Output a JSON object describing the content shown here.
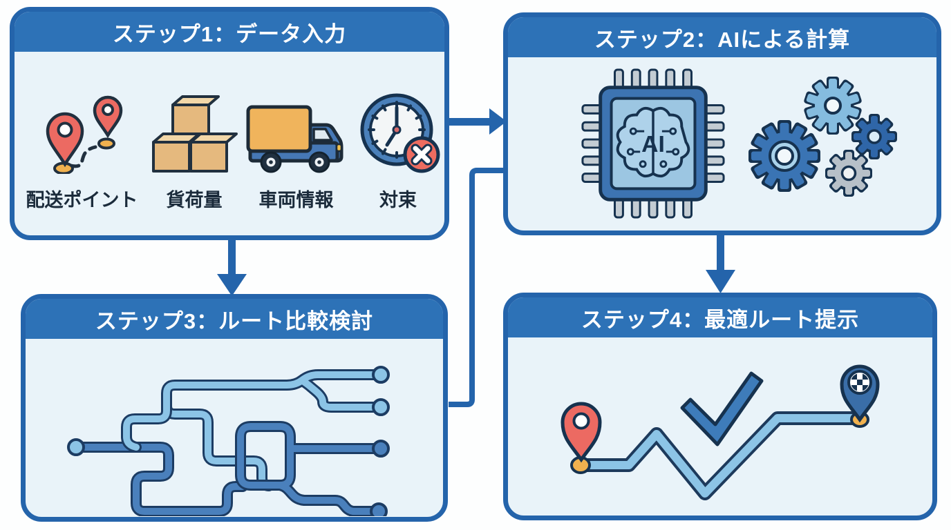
{
  "steps": [
    {
      "title": "ステップ1：データ入力",
      "items": [
        {
          "label": "配送ポイント",
          "icon": "map-pins-route-icon"
        },
        {
          "label": "貨荷量",
          "icon": "cargo-boxes-icon"
        },
        {
          "label": "車両情報",
          "icon": "truck-icon"
        },
        {
          "label": "対束",
          "icon": "clock-constraint-icon"
        }
      ]
    },
    {
      "title": "ステップ2：AIによる計算",
      "chip_label": "AI",
      "icons": [
        "ai-chip-brain-icon",
        "gears-icon"
      ]
    },
    {
      "title": "ステップ3：ルート比較検討",
      "icons": [
        "route-network-icon"
      ]
    },
    {
      "title": "ステップ4：最適ルート提示",
      "icons": [
        "optimal-route-icon"
      ]
    }
  ],
  "colors": {
    "accent_blue": "#2464ab",
    "header_blue": "#2d72b7",
    "panel_bg": "#e9f3f9",
    "outline_navy": "#16324f",
    "pin_red": "#ec6a62",
    "marker_yellow": "#f0b14f",
    "route_steel_blue": "#4a80bc",
    "route_light_blue": "#8cc4e6"
  }
}
